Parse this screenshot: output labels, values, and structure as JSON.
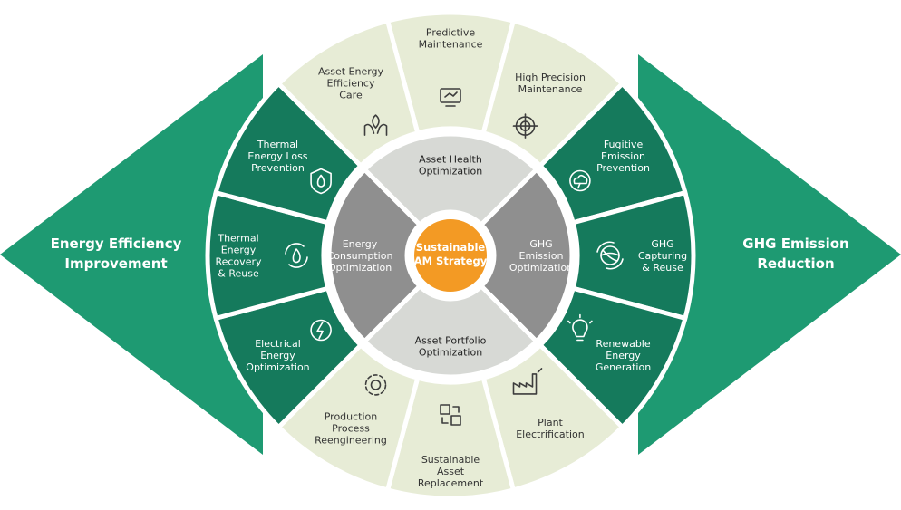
{
  "left_wing": {
    "line1": "Energy Efficiency",
    "line2": "Improvement"
  },
  "right_wing": {
    "line1": "GHG Emission",
    "line2": "Reduction"
  },
  "core": {
    "line1": "Sustainable",
    "line2": "AM Strategy"
  },
  "inner": [
    {
      "id": "asset-health",
      "lines": [
        "Asset Health",
        "Optimization"
      ]
    },
    {
      "id": "ghg-emission",
      "lines": [
        "GHG",
        "Emission",
        "Optimization"
      ]
    },
    {
      "id": "asset-portfolio",
      "lines": [
        "Asset Portfolio",
        "Optimization"
      ]
    },
    {
      "id": "energy-consumption",
      "lines": [
        "Energy",
        "Consumption",
        "Optimization"
      ]
    }
  ],
  "outer": [
    {
      "id": "predictive-maintenance",
      "lines": [
        "Predictive",
        "Maintenance"
      ],
      "icon": "monitor-icon"
    },
    {
      "id": "high-precision-maintenance",
      "lines": [
        "High Precision",
        "Maintenance"
      ],
      "icon": "target-icon"
    },
    {
      "id": "fugitive-emission-prevention",
      "lines": [
        "Fugitive",
        "Emission",
        "Prevention"
      ],
      "icon": "cloud-icon"
    },
    {
      "id": "ghg-capturing-reuse",
      "lines": [
        "GHG",
        "Capturing",
        "& Reuse"
      ],
      "icon": "globe-recycle-icon"
    },
    {
      "id": "renewable-energy-generation",
      "lines": [
        "Renewable",
        "Energy",
        "Generation"
      ],
      "icon": "lightbulb-icon"
    },
    {
      "id": "plant-electrification",
      "lines": [
        "Plant",
        "Electrification"
      ],
      "icon": "factory-icon"
    },
    {
      "id": "sustainable-asset-replacement",
      "lines": [
        "Sustainable",
        "Asset",
        "Replacement"
      ],
      "icon": "swap-icon"
    },
    {
      "id": "production-process-reengineering",
      "lines": [
        "Production",
        "Process",
        "Reengineering"
      ],
      "icon": "gear-cycle-icon"
    },
    {
      "id": "electrical-energy-optimization",
      "lines": [
        "Electrical",
        "Energy",
        "Optimization"
      ],
      "icon": "lightning-icon"
    },
    {
      "id": "thermal-energy-recovery-reuse",
      "lines": [
        "Thermal",
        "Energy",
        "Recovery",
        "& Reuse"
      ],
      "icon": "flame-cycle-icon"
    },
    {
      "id": "thermal-energy-loss-prevention",
      "lines": [
        "Thermal",
        "Energy Loss",
        "Prevention"
      ],
      "icon": "flame-shield-icon"
    },
    {
      "id": "asset-energy-efficiency-care",
      "lines": [
        "Asset Energy",
        "Efficiency",
        "Care"
      ],
      "icon": "hands-leaf-icon"
    }
  ],
  "colors": {
    "dark_green": "#157a5c",
    "wing_green": "#1e9a72",
    "light_segment": "#e7ecd6",
    "inner_light": "#d7d9d5",
    "inner_dark": "#8f8f8f",
    "core_orange": "#f39a24"
  }
}
